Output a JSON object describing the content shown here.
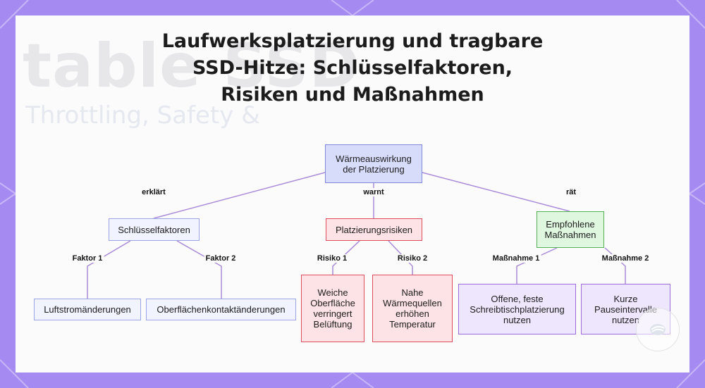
{
  "background": {
    "frame_color": "#a58bf1",
    "card_color": "#fbfbfb"
  },
  "title_lines": [
    "Laufwerksplatzierung und tragbare",
    "SSD-Hitze: Schlüsselfaktoren,",
    "Risiken und Maßnahmen"
  ],
  "nodes": {
    "root": [
      "Wärmeauswirkung",
      "der Platzierung"
    ],
    "key_factors": [
      "Schlüsselfaktoren"
    ],
    "risks": [
      "Platzierungsrisiken"
    ],
    "measures": [
      "Empfohlene",
      "Maßnahmen"
    ],
    "airflow": [
      "Luftstromänderungen"
    ],
    "surface_contact": [
      "Oberflächenkontaktänderungen"
    ],
    "soft_surface": [
      "Weiche",
      "Oberfläche",
      "verringert",
      "Belüftung"
    ],
    "heat_sources": [
      "Nahe",
      "Wärmequellen",
      "erhöhen",
      "Temperatur"
    ],
    "desk_placement": [
      "Offene, feste",
      "Schreibtischplatzierung",
      "nutzen"
    ],
    "pause_intervals": [
      "Kurze",
      "Pauseintervalle",
      "nutzen"
    ]
  },
  "edge_labels": {
    "explains": "erklärt",
    "warns": "warnt",
    "advises": "rät",
    "factor1": "Faktor 1",
    "factor2": "Faktor 2",
    "risk1": "Risiko 1",
    "risk2": "Risiko 2",
    "measure1": "Maßnahme 1",
    "measure2": "Maßnahme 2"
  },
  "colors": {
    "root": "#d8dcfb",
    "factors": "#f1f3ff",
    "risks": "#fde3e6",
    "measures": "#dff7df",
    "leaf_measures": "#eee6fc",
    "edges": "#a98bd8"
  }
}
